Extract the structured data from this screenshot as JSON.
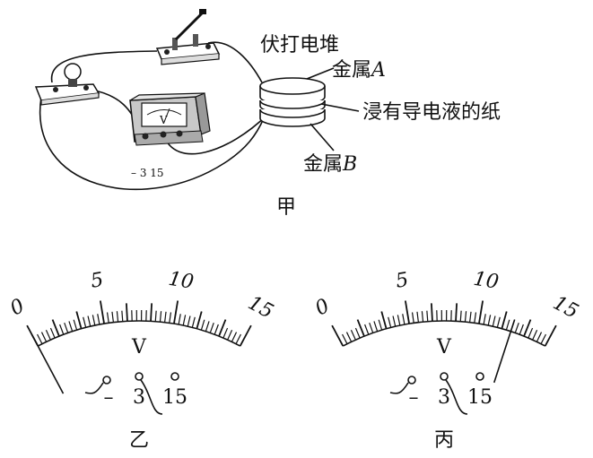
{
  "figure_jia": {
    "caption": "甲",
    "pile_label": "伏打电堆",
    "metal_a_prefix": "金属",
    "metal_a_letter": "A",
    "paper_label": "浸有导电液的纸",
    "metal_b_prefix": "金属",
    "metal_b_letter": "B",
    "meter_symbol": "V",
    "terminal_labels": "– 3 15"
  },
  "meters": [
    {
      "caption": "乙",
      "scale_labels": [
        "0",
        "5",
        "10",
        "15"
      ],
      "unit": "V",
      "terminal_minus": "–",
      "terminal_3": "3",
      "terminal_15": "15",
      "needle_position_small_divisions": 0
    },
    {
      "caption": "丙",
      "scale_labels": [
        "0",
        "5",
        "10",
        "15"
      ],
      "unit": "V",
      "terminal_minus": "–",
      "terminal_3": "3",
      "terminal_15": "15",
      "needle_position_small_divisions": 37
    }
  ]
}
